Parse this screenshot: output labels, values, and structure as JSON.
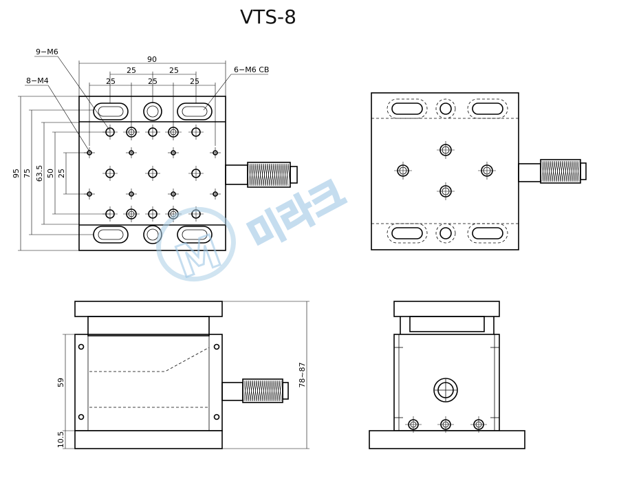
{
  "title": "VTS-8",
  "top_view": {
    "dim_overall_width": "90",
    "dim_pitch_upper": [
      "25",
      "25"
    ],
    "dim_pitch_lower": [
      "25",
      "25",
      "25"
    ],
    "label_holes_m6": "9−M6",
    "label_holes_m4": "8−M4",
    "label_cb": "6−M6 CB",
    "dim_heights": [
      "95",
      "75",
      "63.5",
      "50",
      "25"
    ]
  },
  "front_view": {
    "dim_body": "59",
    "dim_base": "10.5",
    "dim_total": "78~87"
  },
  "watermark": {
    "logo_letter": "M",
    "text": "미라크"
  }
}
